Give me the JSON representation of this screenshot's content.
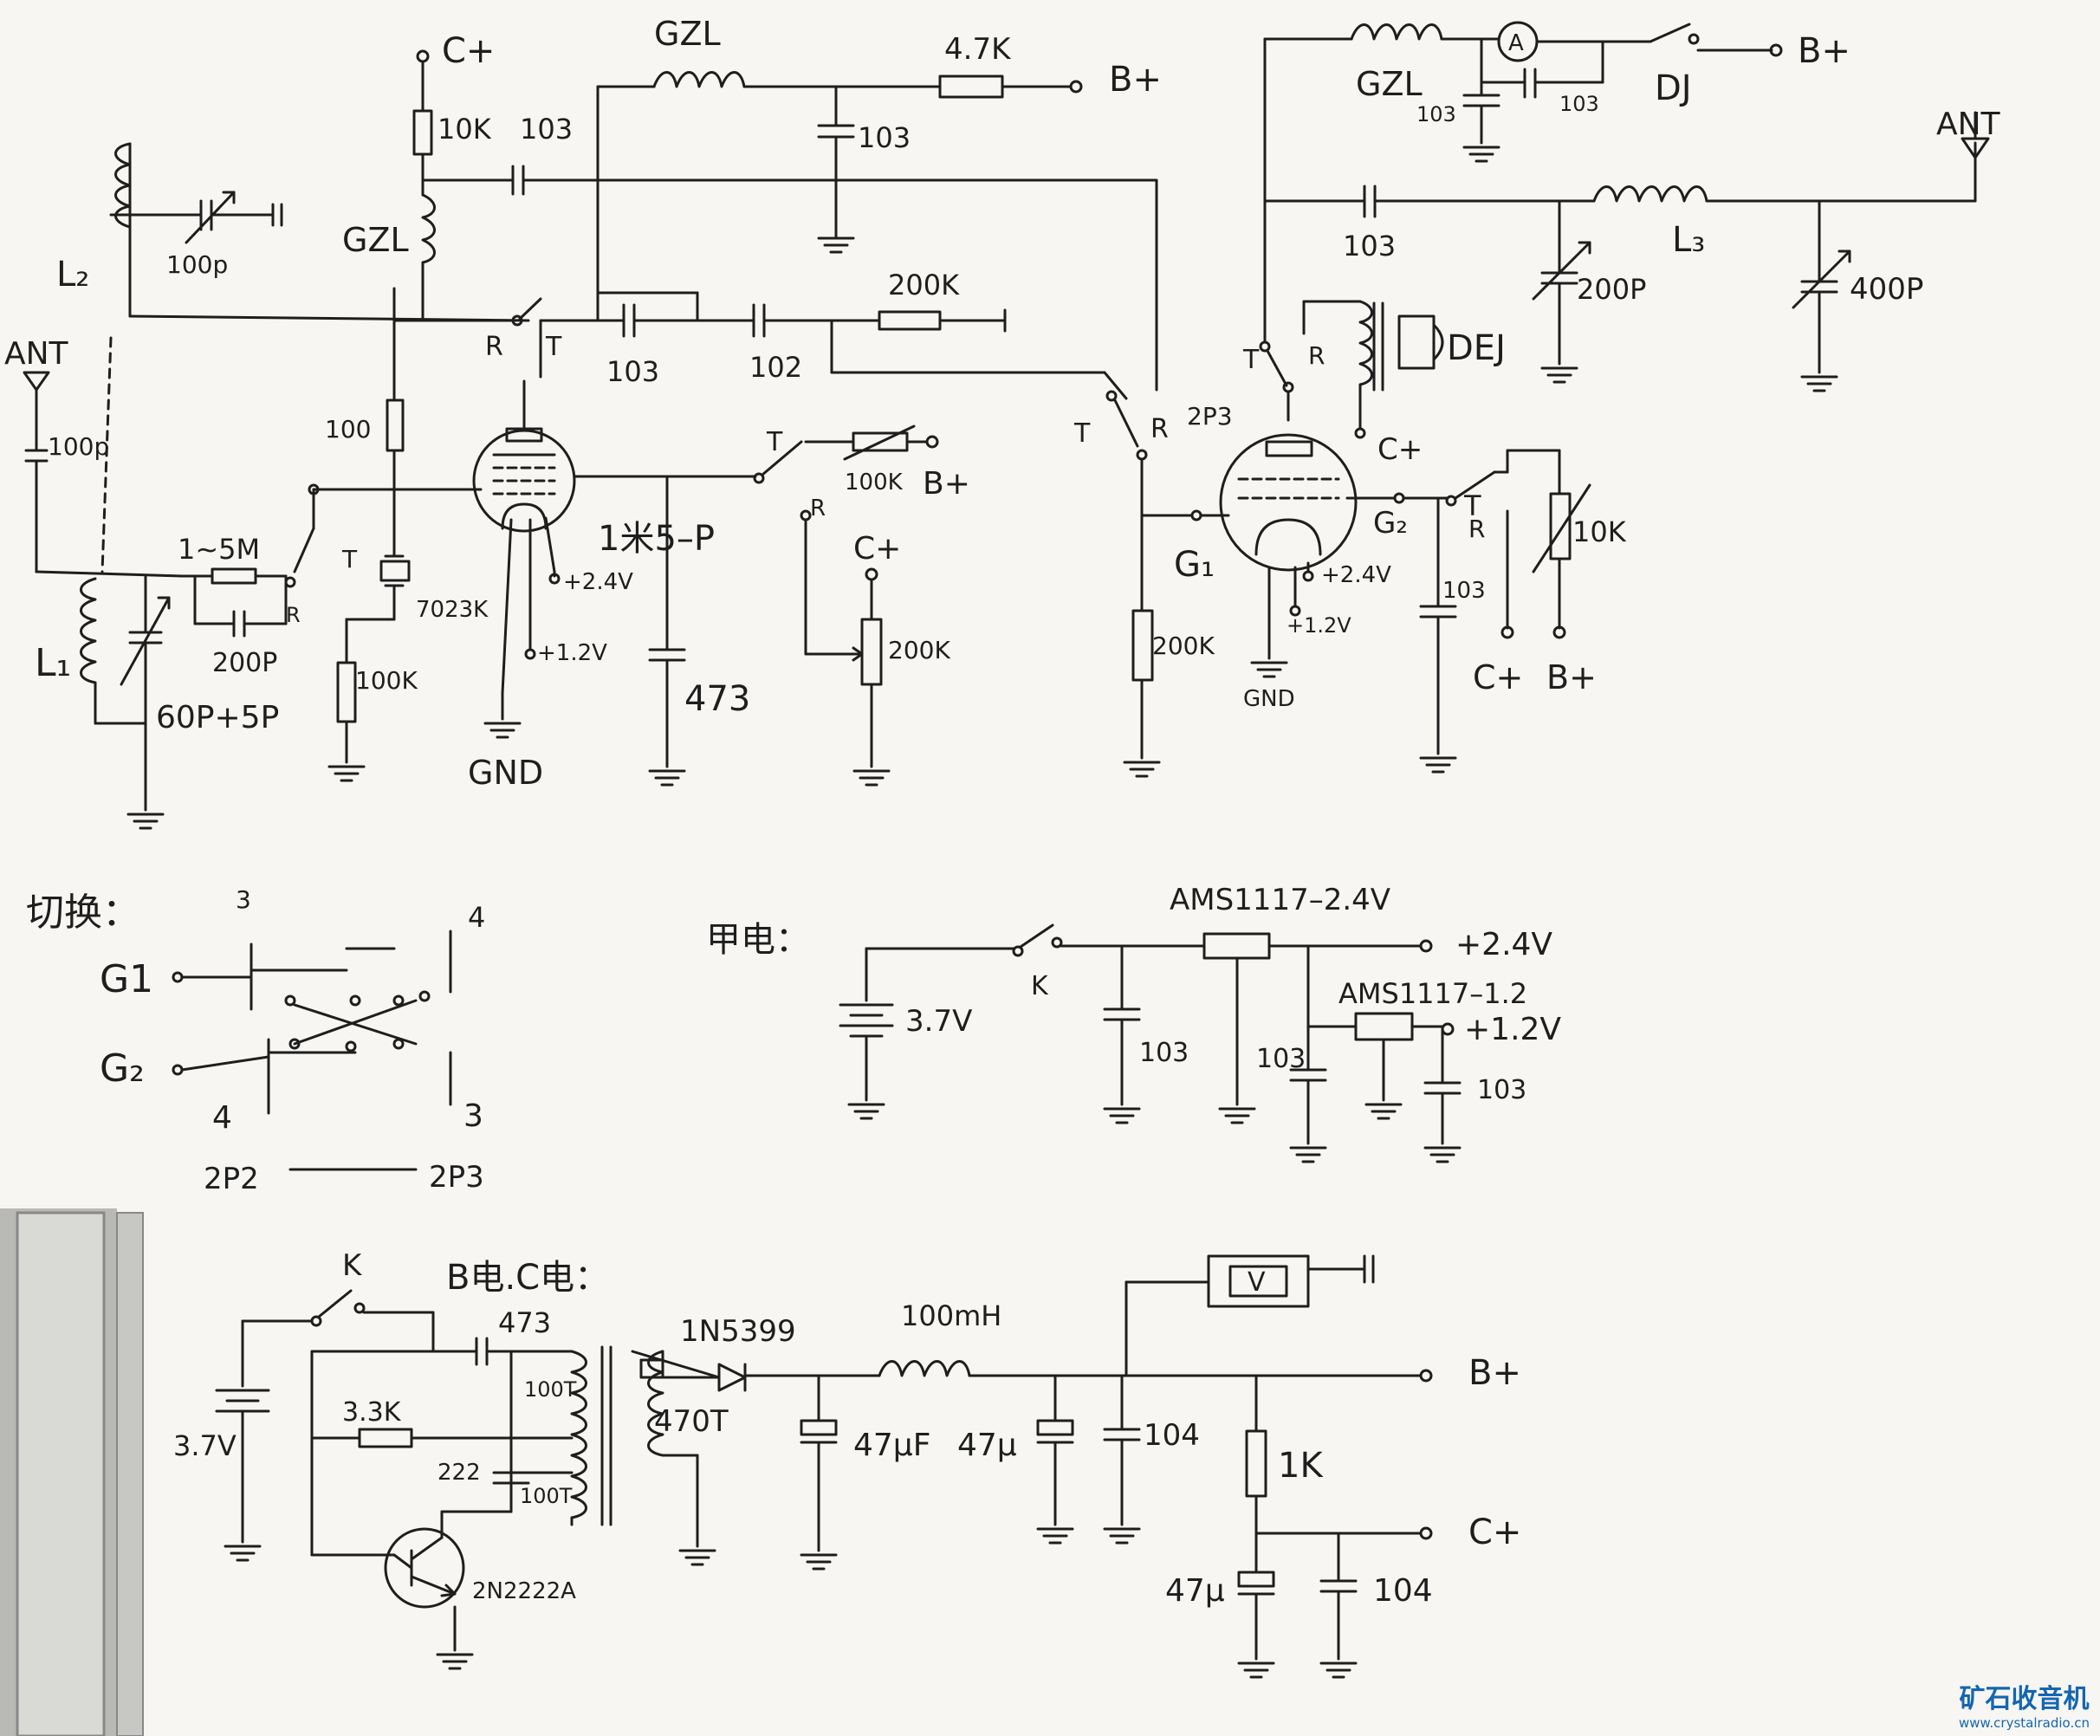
{
  "labels": {
    "l_cplus_top": "C+",
    "l_gzl_top": "GZL",
    "l_47k": "4.7K",
    "l_bplus_top": "B+",
    "l_10k": "10K",
    "l_103_a": "103",
    "l_103_b": "103",
    "l_gzl_mid": "GZL",
    "l_l2": "L₂",
    "l_100p_var": "100p",
    "l_ant_left": "ANT",
    "l_100p_ant": "100p",
    "l_200k_top": "200K",
    "l_r1": "R",
    "l_t1": "T",
    "l_103_c": "103",
    "l_102": "102",
    "l_100": "100",
    "l_1_5m": "1~5M",
    "l_200p_fb": "200P",
    "l_r_sw": "R",
    "l_t_sw": "T",
    "l_7023k": "7023K",
    "l_100k_left": "100K",
    "l_l1": "L₁",
    "l_60p5p": "60P+5P",
    "l_gnd1": "GND",
    "l_24v_1": "+2.4V",
    "l_12v_1": "+1.2V",
    "l_tube1": "1米5–P",
    "l_473_1": "473",
    "l_t_pot": "T",
    "l_100k_pot": "100K",
    "l_bplus_pot": "B+",
    "l_r_pot": "R",
    "l_cplus_pot": "C+",
    "l_200k_pot": "200K",
    "l_t_2p3": "T",
    "l_r_2p3": "R",
    "l_2p3": "2P3",
    "l_g1": "G₁",
    "l_200k_grid": "200K",
    "l_gzl_right": "GZL",
    "l_103_r1": "103",
    "l_103_r2": "103",
    "l_dj": "DJ",
    "l_bplus_r": "B+",
    "l_ant_right": "ANT",
    "l_103_r3": "103",
    "l_l3": "L₃",
    "l_200p_r": "200P",
    "l_400p": "400P",
    "l_t_r": "T",
    "l_r_r": "R",
    "l_dej": "DEJ",
    "l_cplus_r": "C+",
    "l_g2": "G₂",
    "l_24v_2": "+2.4V",
    "l_12v_2": "+1.2V",
    "l_gnd2": "GND",
    "l_103_r4": "103",
    "l_t_r2": "T",
    "l_r_r2": "R",
    "l_10k_r": "10K",
    "l_cplus_r2": "C+",
    "l_bplus_r2": "B+",
    "l_switch": "切换：",
    "l_sw_3a": "3",
    "l_sw_4a": "4",
    "l_sw_g1": "G1",
    "l_sw_g2": "G₂",
    "l_sw_4b": "4",
    "l_sw_3b": "3",
    "l_2p2": "2P2",
    "l_2p3_b": "2P3",
    "l_a_supply": "甲电：",
    "l_k_a": "K",
    "l_ams24": "AMS1117–2.4V",
    "l_out24": "+2.4V",
    "l_37v_a": "3.7V",
    "l_103_a1": "103",
    "l_ams12": "AMS1117–1.2",
    "l_out12": "+1.2V",
    "l_103_a2": "103",
    "l_103_a3": "103",
    "l_k_b": "K",
    "l_bc_supply": "B电.C电：",
    "l_473_b": "473",
    "l_37v_b": "3.7V",
    "l_33k": "3.3K",
    "l_100t_a": "100T",
    "l_222": "222",
    "l_100t_b": "100T",
    "l_2n2222a": "2N2222A",
    "l_1n5399": "1N5399",
    "l_100mh": "100mH",
    "l_470t": "470T",
    "l_47uf": "47μF",
    "l_47u_a": "47μ",
    "l_104_a": "104",
    "l_1k": "1K",
    "l_bplus_out": "B+",
    "l_cplus_out": "C+",
    "l_47u_b": "47μ",
    "l_104_b": "104",
    "l_v_meter": "V",
    "l_a_meter": "A"
  },
  "watermark": {
    "brand": "矿石收音机",
    "url": "www.crystalradio.cn"
  },
  "colors": {
    "ink": "#1e1e1e",
    "paper": "#f7f6f2",
    "watermark": "#1566b0"
  }
}
